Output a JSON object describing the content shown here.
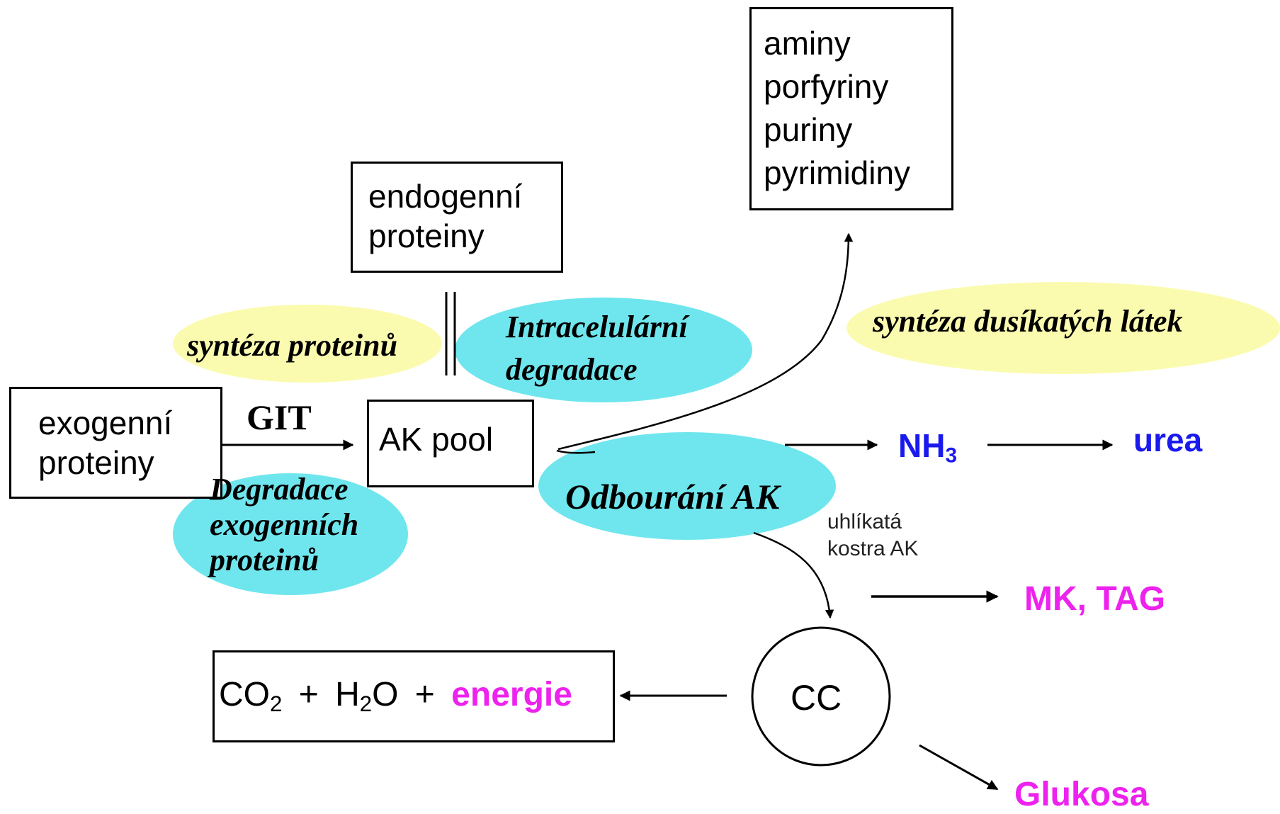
{
  "boxes": {
    "nitrogen_compounds": [
      "aminy",
      "porfyriny",
      "puriny",
      "pyrimidiny"
    ],
    "endogenous_proteins": [
      "endogenní",
      "proteiny"
    ],
    "exogenous_proteins": [
      "exogenní",
      "proteiny"
    ],
    "ak_pool": "AK pool",
    "products": {
      "co2": "CO",
      "co2_sub": "2",
      "plus1": "+",
      "h2o_h": "H",
      "h2o_sub": "2",
      "h2o_o": "O",
      "plus2": "+",
      "energy": "energie"
    },
    "cc": "CC"
  },
  "ellipses": {
    "protein_synthesis": "syntéza proteinů",
    "intracellular_degradation": [
      "Intracelulární",
      "degradace"
    ],
    "nitrogen_synthesis": "syntéza dusíkatých látek",
    "exogenous_degradation": [
      "Degradace",
      "exogenních",
      "proteinů"
    ],
    "aa_catabolism": "Odbourání AK"
  },
  "labels": {
    "git": "GIT",
    "nh3_base": "NH",
    "nh3_sub": "3",
    "urea": "urea",
    "carbon_skeleton": [
      "uhlíkatá",
      "kostra AK"
    ],
    "fatty_acids": "MK, TAG",
    "glucose": "Glukosa"
  },
  "colors": {
    "ellipse_yellow": "#fbfbb0",
    "ellipse_cyan": "#6fe6ee",
    "nitrogen_blue": "#1a1aee",
    "product_magenta": "#ee22ee"
  }
}
